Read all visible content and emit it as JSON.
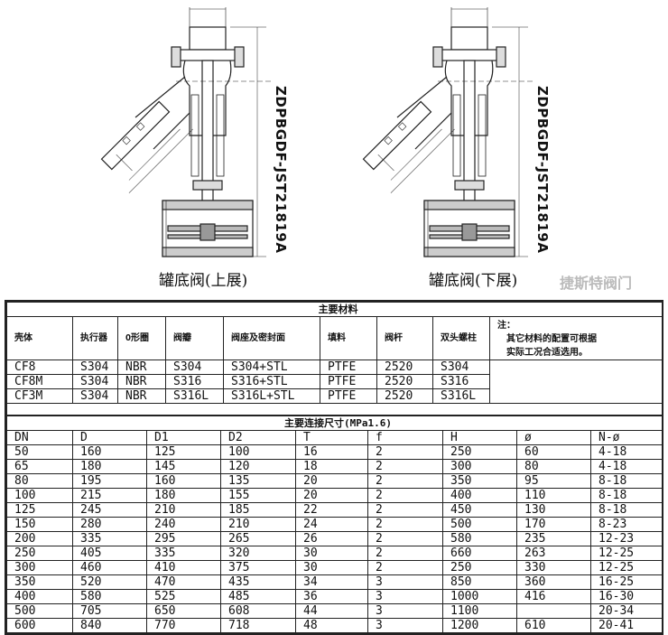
{
  "drawings": [
    {
      "caption": "罐底阀(上展)",
      "model": "ZDPBGDF-JST21819A"
    },
    {
      "caption": "罐底阀(下展)",
      "model": "ZDPBGDF-JST21819A"
    }
  ],
  "materials": {
    "title": "主要材料",
    "headers": [
      "壳体",
      "执行器",
      "O形圈",
      "阀瓣",
      "阀座及密封面",
      "填料",
      "阀杆",
      "双头螺柱"
    ],
    "rows": [
      [
        "CF8",
        "S304",
        "NBR",
        "S304",
        "S304+STL",
        "PTFE",
        "2520",
        "S304"
      ],
      [
        "CF8M",
        "S304",
        "NBR",
        "S316",
        "S316+STL",
        "PTFE",
        "2520",
        "S316"
      ],
      [
        "CF3M",
        "S304",
        "NBR",
        "S316L",
        "S316L+STL",
        "PTFE",
        "2520",
        "S316L"
      ]
    ],
    "note": [
      "注：",
      "其它材料的配置可根据",
      "实际工况合适选用。"
    ]
  },
  "dimensions": {
    "title": "主要连接尺寸(MPa1.6)",
    "headers": [
      "DN",
      "D",
      "D1",
      "D2",
      "T",
      "f",
      "H",
      "ø",
      "N-ø"
    ],
    "rows": [
      [
        "50",
        "160",
        "125",
        "100",
        "16",
        "2",
        "250",
        "60",
        "4-18"
      ],
      [
        "65",
        "180",
        "145",
        "120",
        "18",
        "2",
        "300",
        "80",
        "4-18"
      ],
      [
        "80",
        "195",
        "160",
        "135",
        "20",
        "2",
        "350",
        "95",
        "8-18"
      ],
      [
        "100",
        "215",
        "180",
        "155",
        "20",
        "2",
        "400",
        "110",
        "8-18"
      ],
      [
        "125",
        "245",
        "210",
        "185",
        "22",
        "2",
        "450",
        "130",
        "8-18"
      ],
      [
        "150",
        "280",
        "240",
        "210",
        "24",
        "2",
        "500",
        "170",
        "8-23"
      ],
      [
        "200",
        "335",
        "295",
        "265",
        "26",
        "2",
        "580",
        "235",
        "12-23"
      ],
      [
        "250",
        "405",
        "335",
        "320",
        "30",
        "2",
        "660",
        "263",
        "12-25"
      ],
      [
        "300",
        "460",
        "410",
        "375",
        "30",
        "2",
        "250",
        "330",
        "12-25"
      ],
      [
        "350",
        "520",
        "470",
        "435",
        "34",
        "3",
        "850",
        "360",
        "16-25"
      ],
      [
        "400",
        "580",
        "525",
        "485",
        "36",
        "3",
        "1000",
        "416",
        "16-30"
      ],
      [
        "500",
        "705",
        "650",
        "608",
        "44",
        "3",
        "1100",
        "",
        "20-34"
      ],
      [
        "600",
        "840",
        "770",
        "718",
        "48",
        "3",
        "1200",
        "610",
        "20-41"
      ]
    ]
  },
  "watermark": "捷斯特阀门"
}
